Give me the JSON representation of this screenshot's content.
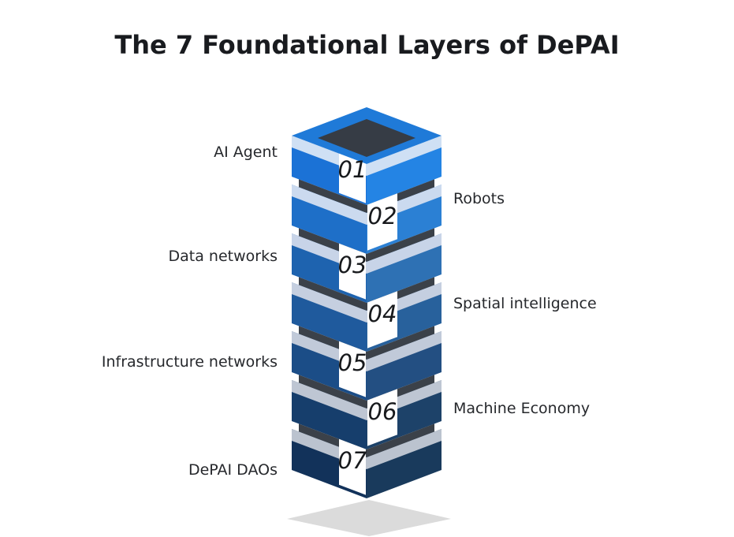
{
  "title": "The 7 Foundational Layers of DePAI",
  "diagram": {
    "layers": [
      {
        "num": "01",
        "label": "AI Agent",
        "side": "left",
        "face_left": "#1b72d6",
        "face_right": "#2484e4",
        "band": "#cfe0f4"
      },
      {
        "num": "02",
        "label": "Robots",
        "side": "right",
        "face_left": "#1e6fc8",
        "face_right": "#2b80d4",
        "band": "#cbdaef"
      },
      {
        "num": "03",
        "label": "Data networks",
        "side": "left",
        "face_left": "#1e63af",
        "face_right": "#2e71b4",
        "band": "#c8d4e8"
      },
      {
        "num": "04",
        "label": "Spatial intelligence",
        "side": "right",
        "face_left": "#1f5a9d",
        "face_right": "#28619c",
        "band": "#c5cfe0"
      },
      {
        "num": "05",
        "label": "Infrastructure networks",
        "side": "left",
        "face_left": "#1b4d87",
        "face_right": "#234f82",
        "band": "#c1cad9"
      },
      {
        "num": "06",
        "label": "Machine Economy",
        "side": "right",
        "face_left": "#163e6c",
        "face_right": "#1d4269",
        "band": "#bec6d3"
      },
      {
        "num": "07",
        "label": "DePAI DAOs",
        "side": "left",
        "face_left": "#12325a",
        "face_right": "#193a5c",
        "band": "#bbc3cf"
      }
    ],
    "colors": {
      "top_face": "#1f7ad8",
      "top_inner": "#363c45",
      "gap": "#3b4149",
      "strip": "#ffffff",
      "number": "#17191c",
      "shadow": "#dbdbdb",
      "background": "#ffffff",
      "title_text": "#191b1f",
      "label_text": "#26282c"
    }
  }
}
